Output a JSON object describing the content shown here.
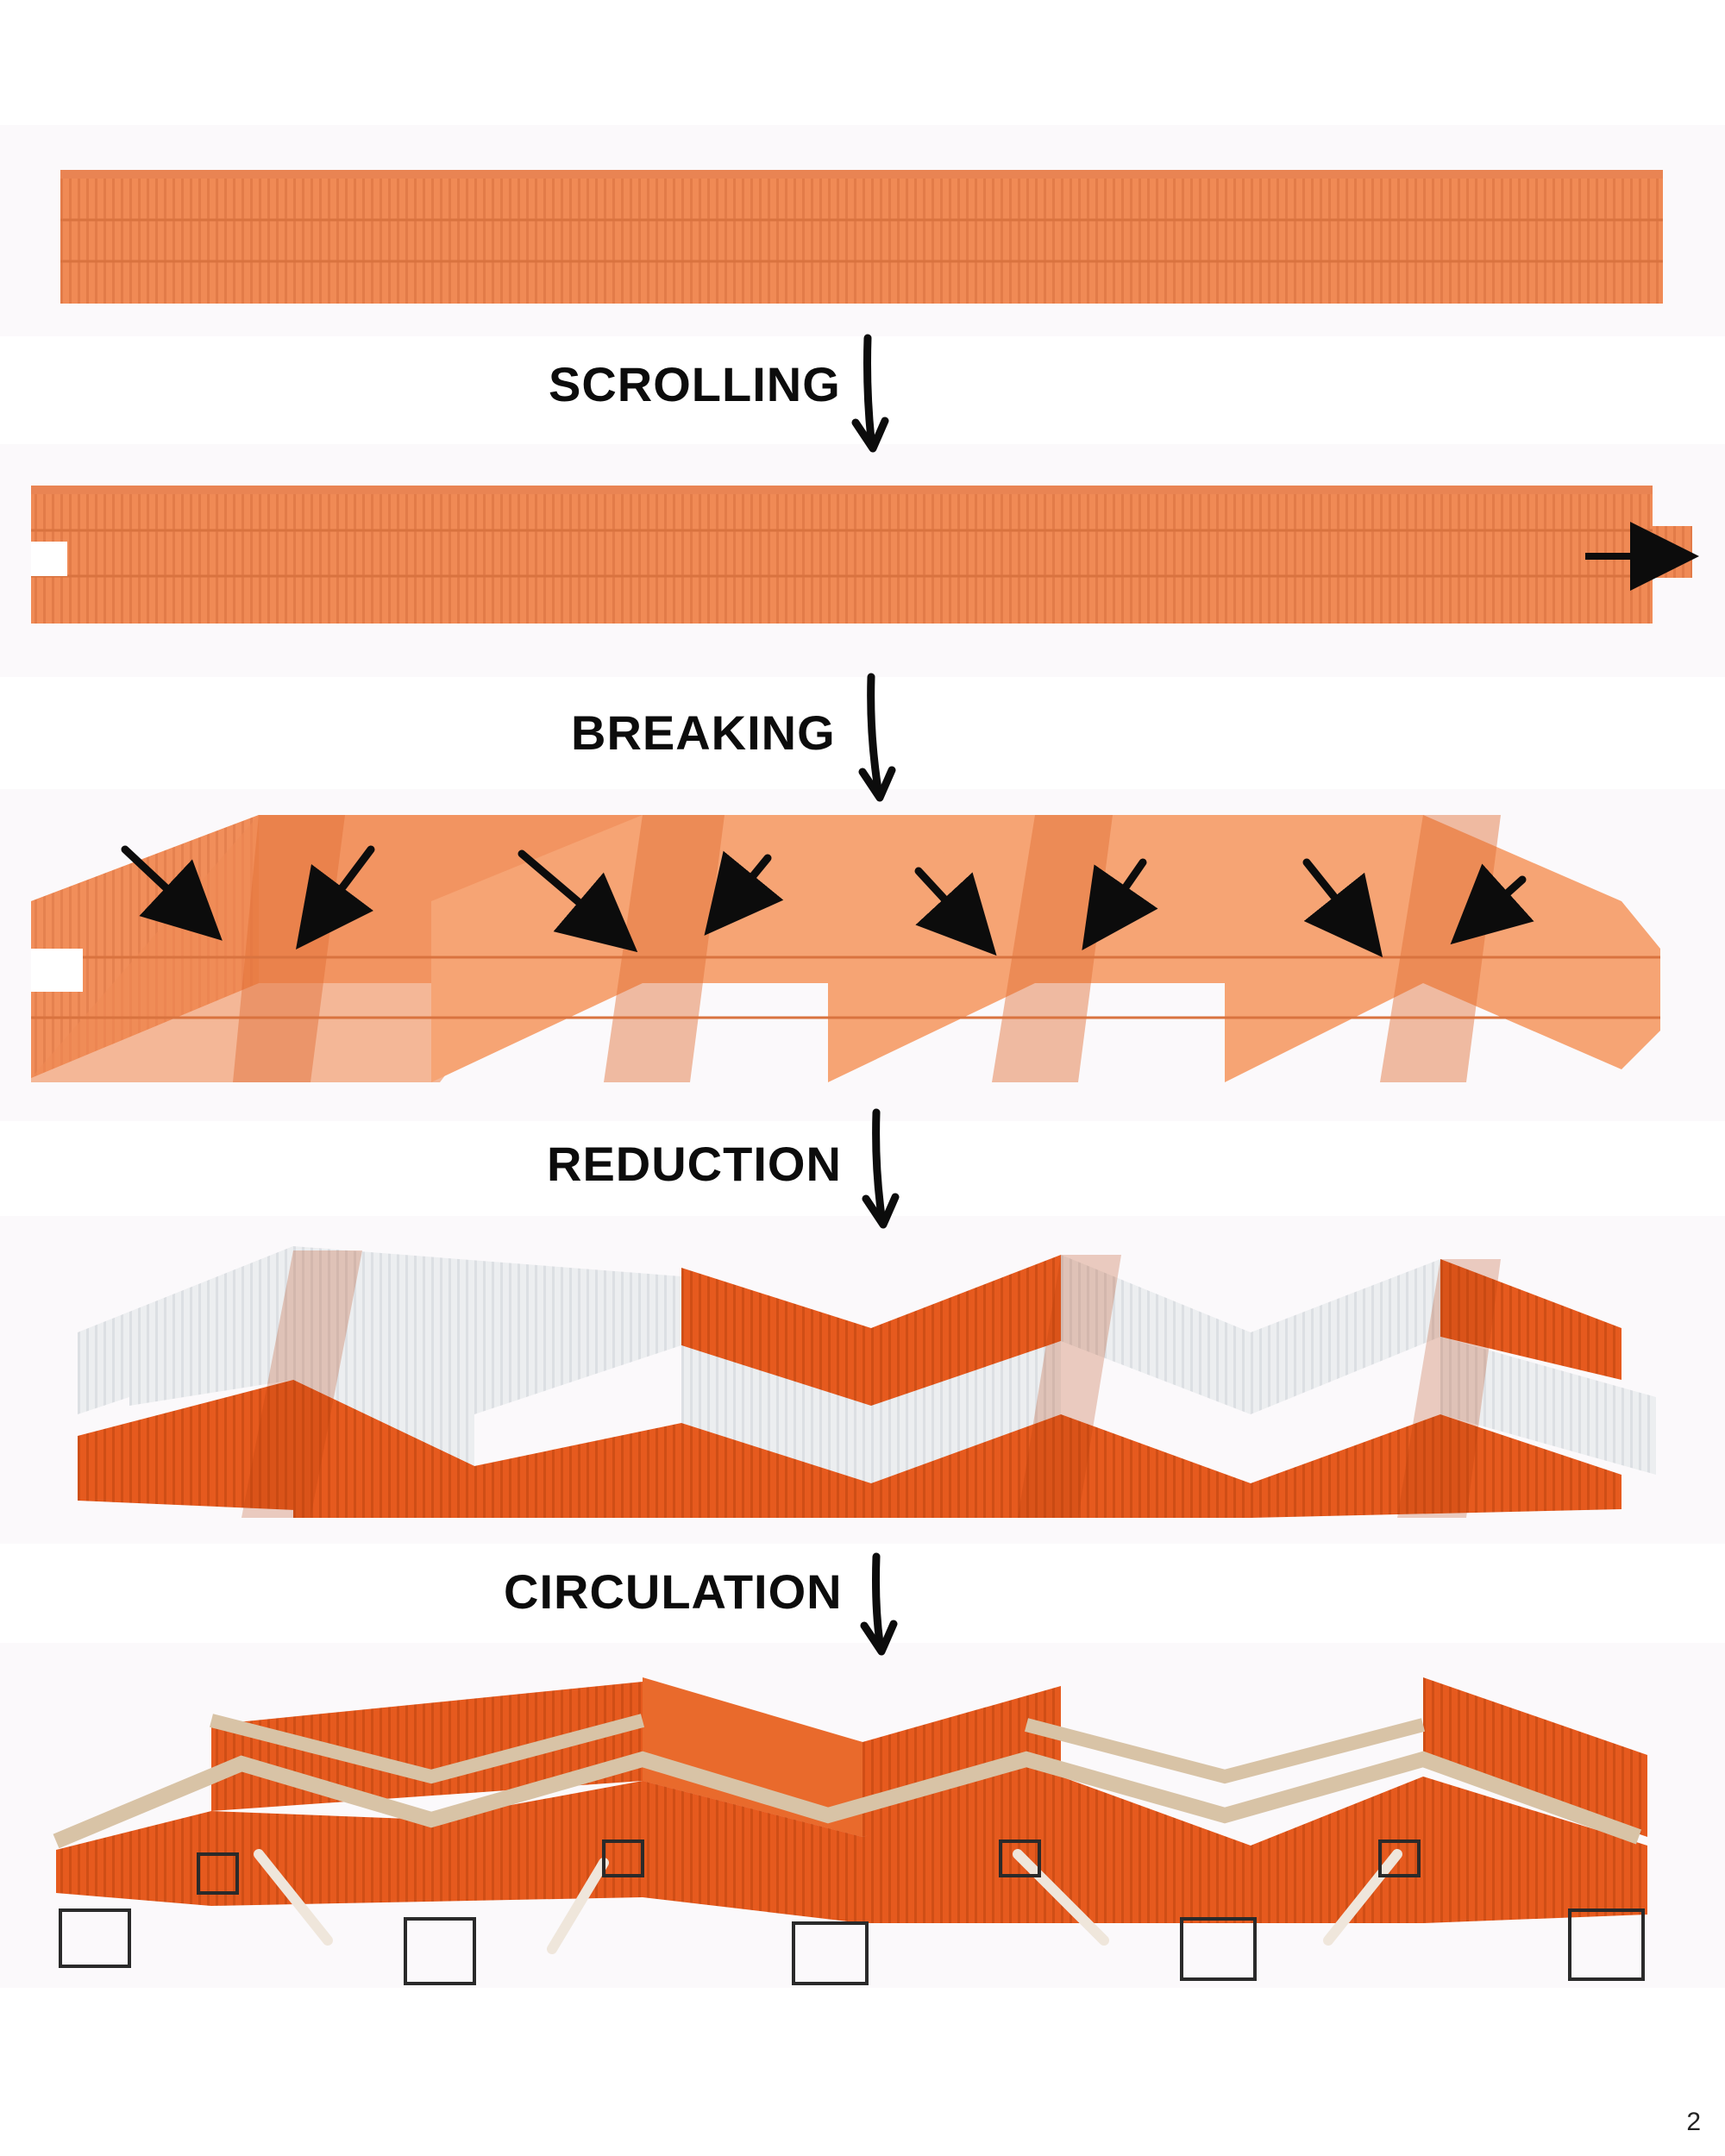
{
  "steps": [
    {
      "label": "SCROLLING"
    },
    {
      "label": "BREAKING"
    },
    {
      "label": "REDUCTION"
    },
    {
      "label": "CIRCULATION"
    }
  ],
  "page_number": "2",
  "colors": {
    "container_orange": "#f08a55",
    "container_light": "#f6a474",
    "container_dark_orange": "#e65a1e",
    "container_white": "#ecedef",
    "arrow": "#0c0c0c",
    "walkway": "#d8c3a6",
    "frame": "#2a2a2a"
  }
}
